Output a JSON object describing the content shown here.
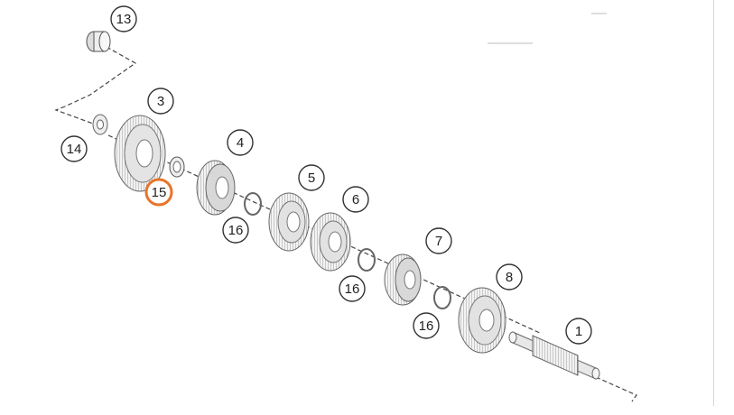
{
  "diagram": {
    "highlight_color": "#e8742a",
    "callouts": [
      {
        "id": "c13",
        "label": "13",
        "highlighted": false
      },
      {
        "id": "c3",
        "label": "3",
        "highlighted": false
      },
      {
        "id": "c14",
        "label": "14",
        "highlighted": false
      },
      {
        "id": "c15",
        "label": "15",
        "highlighted": true
      },
      {
        "id": "c4",
        "label": "4",
        "highlighted": false
      },
      {
        "id": "c16a",
        "label": "16",
        "highlighted": false
      },
      {
        "id": "c5",
        "label": "5",
        "highlighted": false
      },
      {
        "id": "c6",
        "label": "6",
        "highlighted": false
      },
      {
        "id": "c16b",
        "label": "16",
        "highlighted": false
      },
      {
        "id": "c7",
        "label": "7",
        "highlighted": false
      },
      {
        "id": "c16c",
        "label": "16",
        "highlighted": false
      },
      {
        "id": "c8",
        "label": "8",
        "highlighted": false
      },
      {
        "id": "c1",
        "label": "1",
        "highlighted": false
      }
    ]
  }
}
